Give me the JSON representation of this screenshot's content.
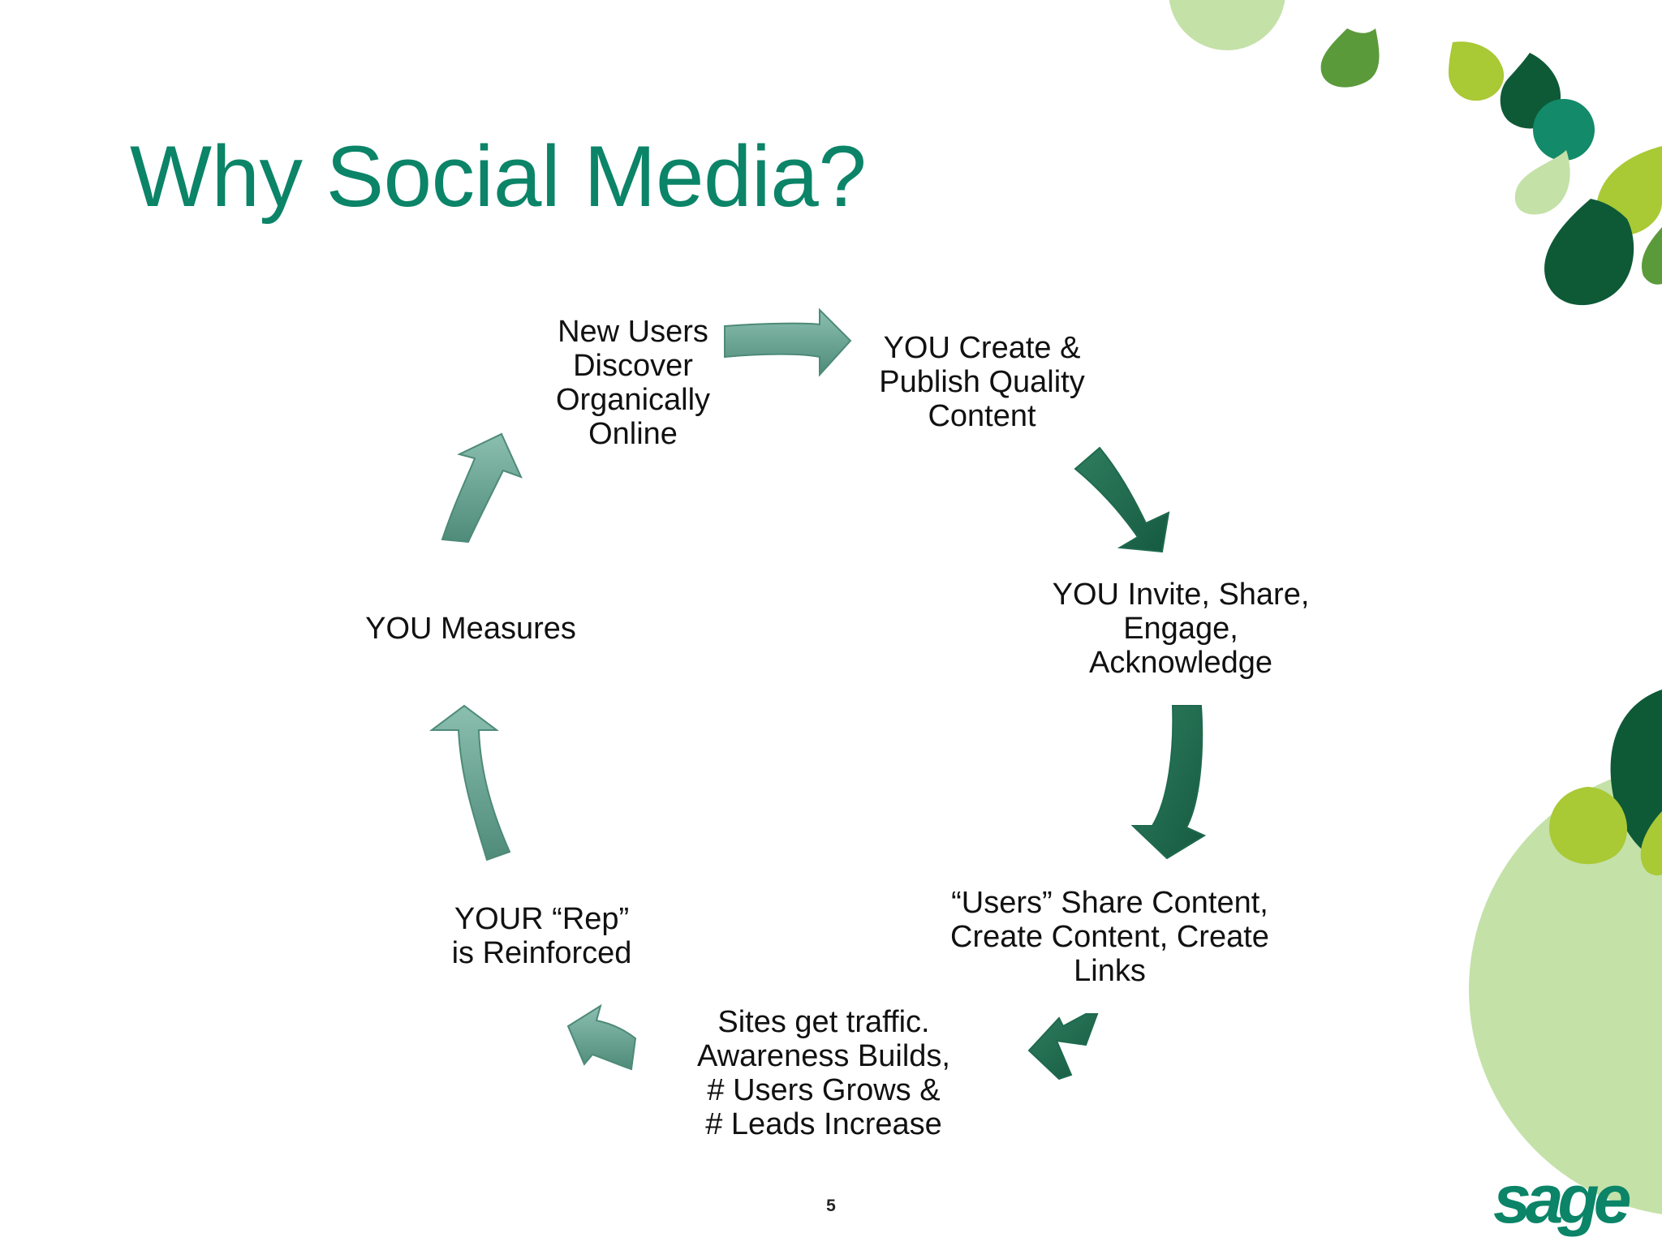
{
  "slide": {
    "title": "Why Social Media?",
    "page_number": "5",
    "logo_text": "sage",
    "colors": {
      "title": "#0b8468",
      "arrow_light": "#6fa999",
      "arrow_dark": "#1f6a4e",
      "deco_light_green": "#c4e1a8",
      "deco_lime": "#a9c935",
      "deco_dark_green": "#0e5a37"
    }
  },
  "cycle": {
    "nodes": [
      {
        "id": "discover",
        "label": "New Users\nDiscover\nOrganically\nOnline"
      },
      {
        "id": "create",
        "label": "YOU Create &\nPublish Quality\nContent"
      },
      {
        "id": "invite",
        "label": "YOU Invite, Share,\nEngage,\nAcknowledge"
      },
      {
        "id": "users-share",
        "label": "“Users” Share Content,\nCreate Content, Create\nLinks"
      },
      {
        "id": "traffic",
        "label": "Sites get traffic.\nAwareness Builds,\n# Users Grows &\n# Leads Increase"
      },
      {
        "id": "rep",
        "label": "YOUR “Rep”\nis Reinforced"
      },
      {
        "id": "measures",
        "label": "YOU Measures"
      }
    ]
  }
}
